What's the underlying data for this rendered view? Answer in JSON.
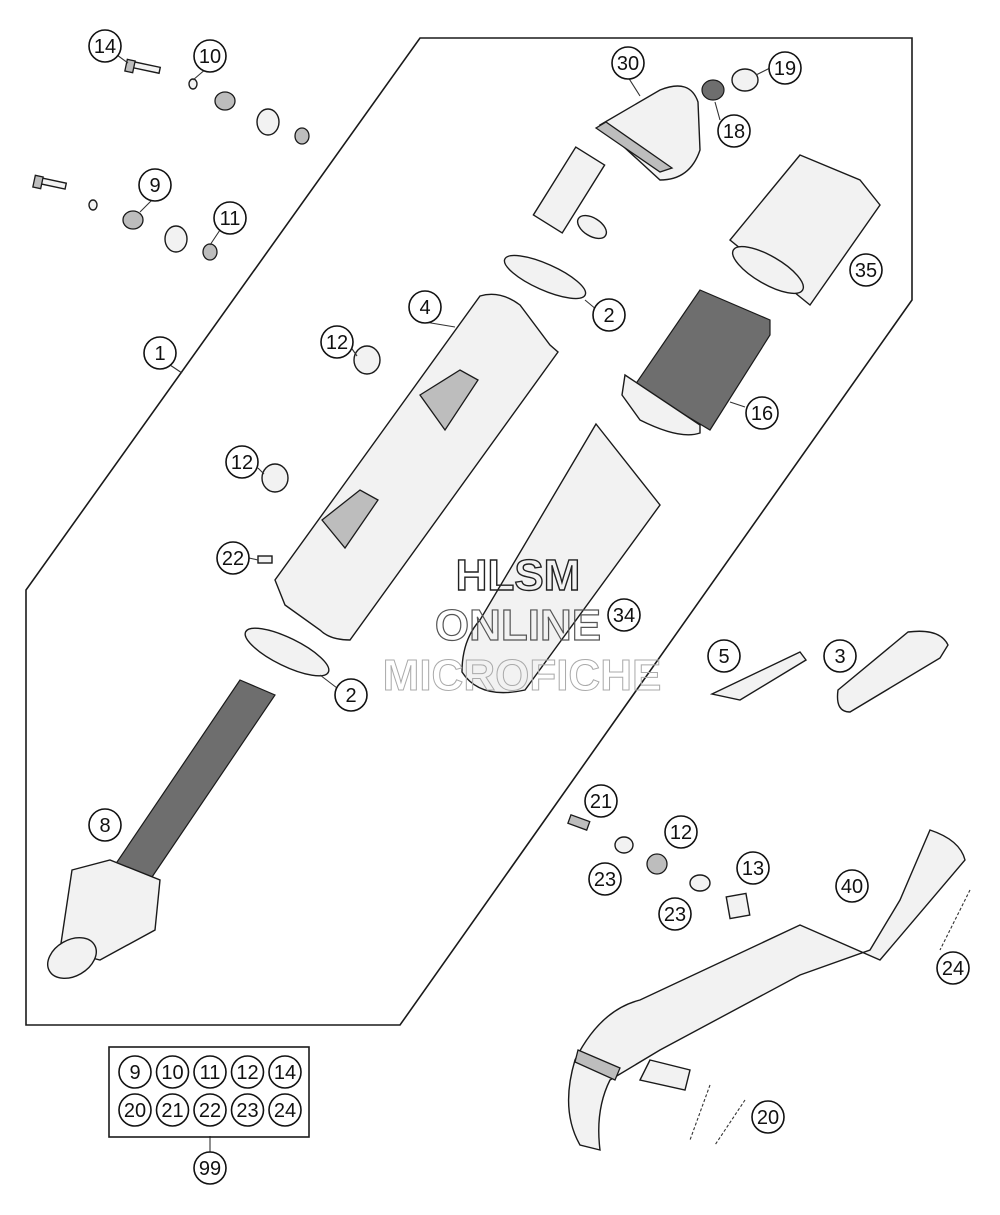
{
  "watermark": {
    "line1": "HLSM",
    "line2": "ONLINE",
    "line3": "MICROFICHE"
  },
  "callouts": [
    {
      "id": "c14a",
      "label": "14"
    },
    {
      "id": "c10a",
      "label": "10"
    },
    {
      "id": "c9a",
      "label": "9"
    },
    {
      "id": "c11a",
      "label": "11"
    },
    {
      "id": "c1",
      "label": "1"
    },
    {
      "id": "c30",
      "label": "30"
    },
    {
      "id": "c19",
      "label": "19"
    },
    {
      "id": "c18",
      "label": "18"
    },
    {
      "id": "c35",
      "label": "35"
    },
    {
      "id": "c2a",
      "label": "2"
    },
    {
      "id": "c4",
      "label": "4"
    },
    {
      "id": "c12a",
      "label": "12"
    },
    {
      "id": "c16",
      "label": "16"
    },
    {
      "id": "c12b",
      "label": "12"
    },
    {
      "id": "c22a",
      "label": "22"
    },
    {
      "id": "c34",
      "label": "34"
    },
    {
      "id": "c5",
      "label": "5"
    },
    {
      "id": "c3",
      "label": "3"
    },
    {
      "id": "c2b",
      "label": "2"
    },
    {
      "id": "c8",
      "label": "8"
    },
    {
      "id": "c21a",
      "label": "21"
    },
    {
      "id": "c12c",
      "label": "12"
    },
    {
      "id": "c23a",
      "label": "23"
    },
    {
      "id": "c13",
      "label": "13"
    },
    {
      "id": "c40",
      "label": "40"
    },
    {
      "id": "c23b",
      "label": "23"
    },
    {
      "id": "c24a",
      "label": "24"
    },
    {
      "id": "c20a",
      "label": "20"
    },
    {
      "id": "c99",
      "label": "99"
    }
  ],
  "kit_box": {
    "row1": [
      "9",
      "10",
      "11",
      "12",
      "14"
    ],
    "row2": [
      "20",
      "21",
      "22",
      "23",
      "24"
    ]
  }
}
